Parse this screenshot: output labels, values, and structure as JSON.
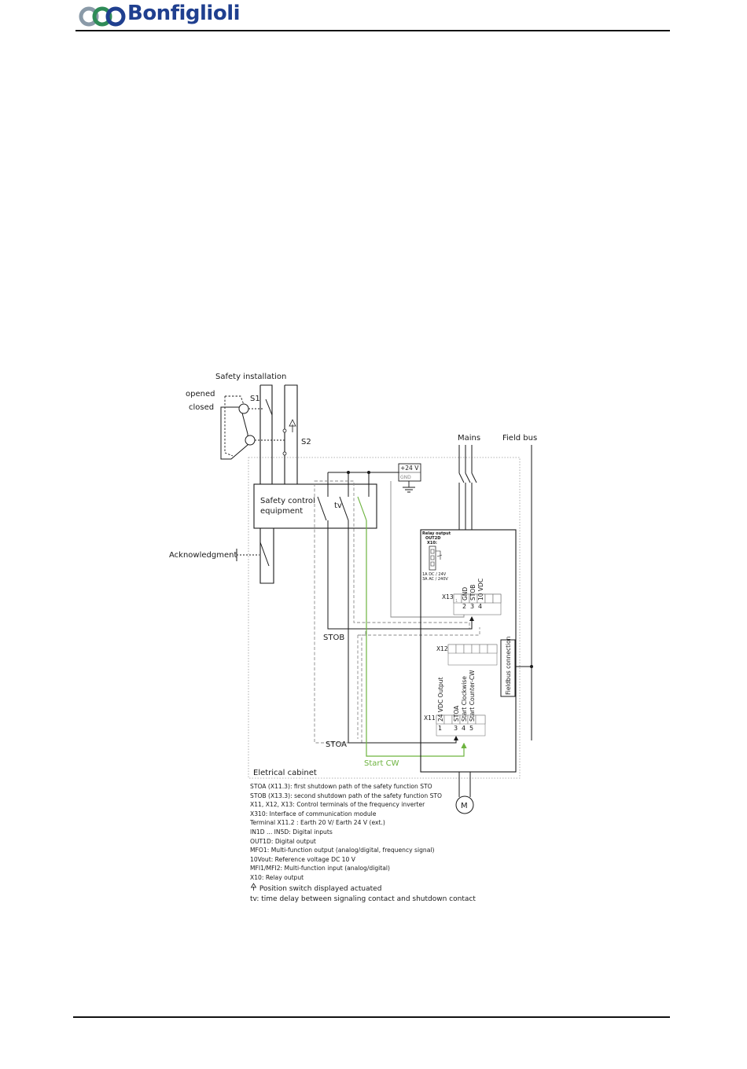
{
  "header": {
    "brand": "Bonfiglioli"
  },
  "diagram": {
    "safety_installation": "Safety installation",
    "opened": "opened",
    "closed": "closed",
    "s1": "S1",
    "s2": "S2",
    "mains": "Mains",
    "field_bus": "Field bus",
    "plus24v": "+24 V",
    "gnd": "GND",
    "safety_control_line1": "Safety control",
    "safety_control_line2": "equipment",
    "tv": "tv",
    "acknowledgment": "Acknowledgment",
    "relay_output": "Relay output",
    "out2d": "OUT2D",
    "x10": "X10:",
    "relay_rating1": "1A DC / 24V",
    "relay_rating2": "3A AC / 240V",
    "x13": "X13",
    "x13_terminals": [
      "GND",
      "STOB",
      "10 VDC"
    ],
    "x13_numbers": [
      "2",
      "3",
      "4"
    ],
    "stob": "STOB",
    "x12": "X12",
    "fieldbus_connection": "Fieldbus connection",
    "x11": "X11",
    "x11_terminals": [
      "24 VDC Output",
      "STOA",
      "Start Clockwise",
      "Start Counter-CW"
    ],
    "x11_numbers": [
      "1",
      "3",
      "4",
      "5"
    ],
    "stoa": "STOA",
    "start_cw": "Start CW",
    "cabinet": "Eletrical cabinet",
    "motor": "M",
    "colors": {
      "line": "#1a1a1a",
      "dashed": "#8a8a8a",
      "start_cw": "#6db33f",
      "brand": "#1f3f8f"
    }
  },
  "legend": [
    "STOA (X11.3): first shutdown path of the safety function STO",
    "STOB (X13.3): second shutdown path of the safety function STO",
    "X11, X12, X13: Control terminals of the frequency inverter",
    "X310: Interface of communication module",
    "Terminal X11.2 : Earth 20 V/ Earth 24 V (ext.)",
    "IN1D ... IN5D: Digital inputs",
    "OUT1D: Digital output",
    "MFO1: Multi-function output (analog/digital, frequency signal)",
    "10Vout: Reference voltage DC 10 V",
    "MFI1/MFI2: Multi-function input (analog/digital)",
    "X10: Relay output",
    "Position switch displayed actuated",
    "tv: time delay between signaling contact and shutdown contact"
  ]
}
